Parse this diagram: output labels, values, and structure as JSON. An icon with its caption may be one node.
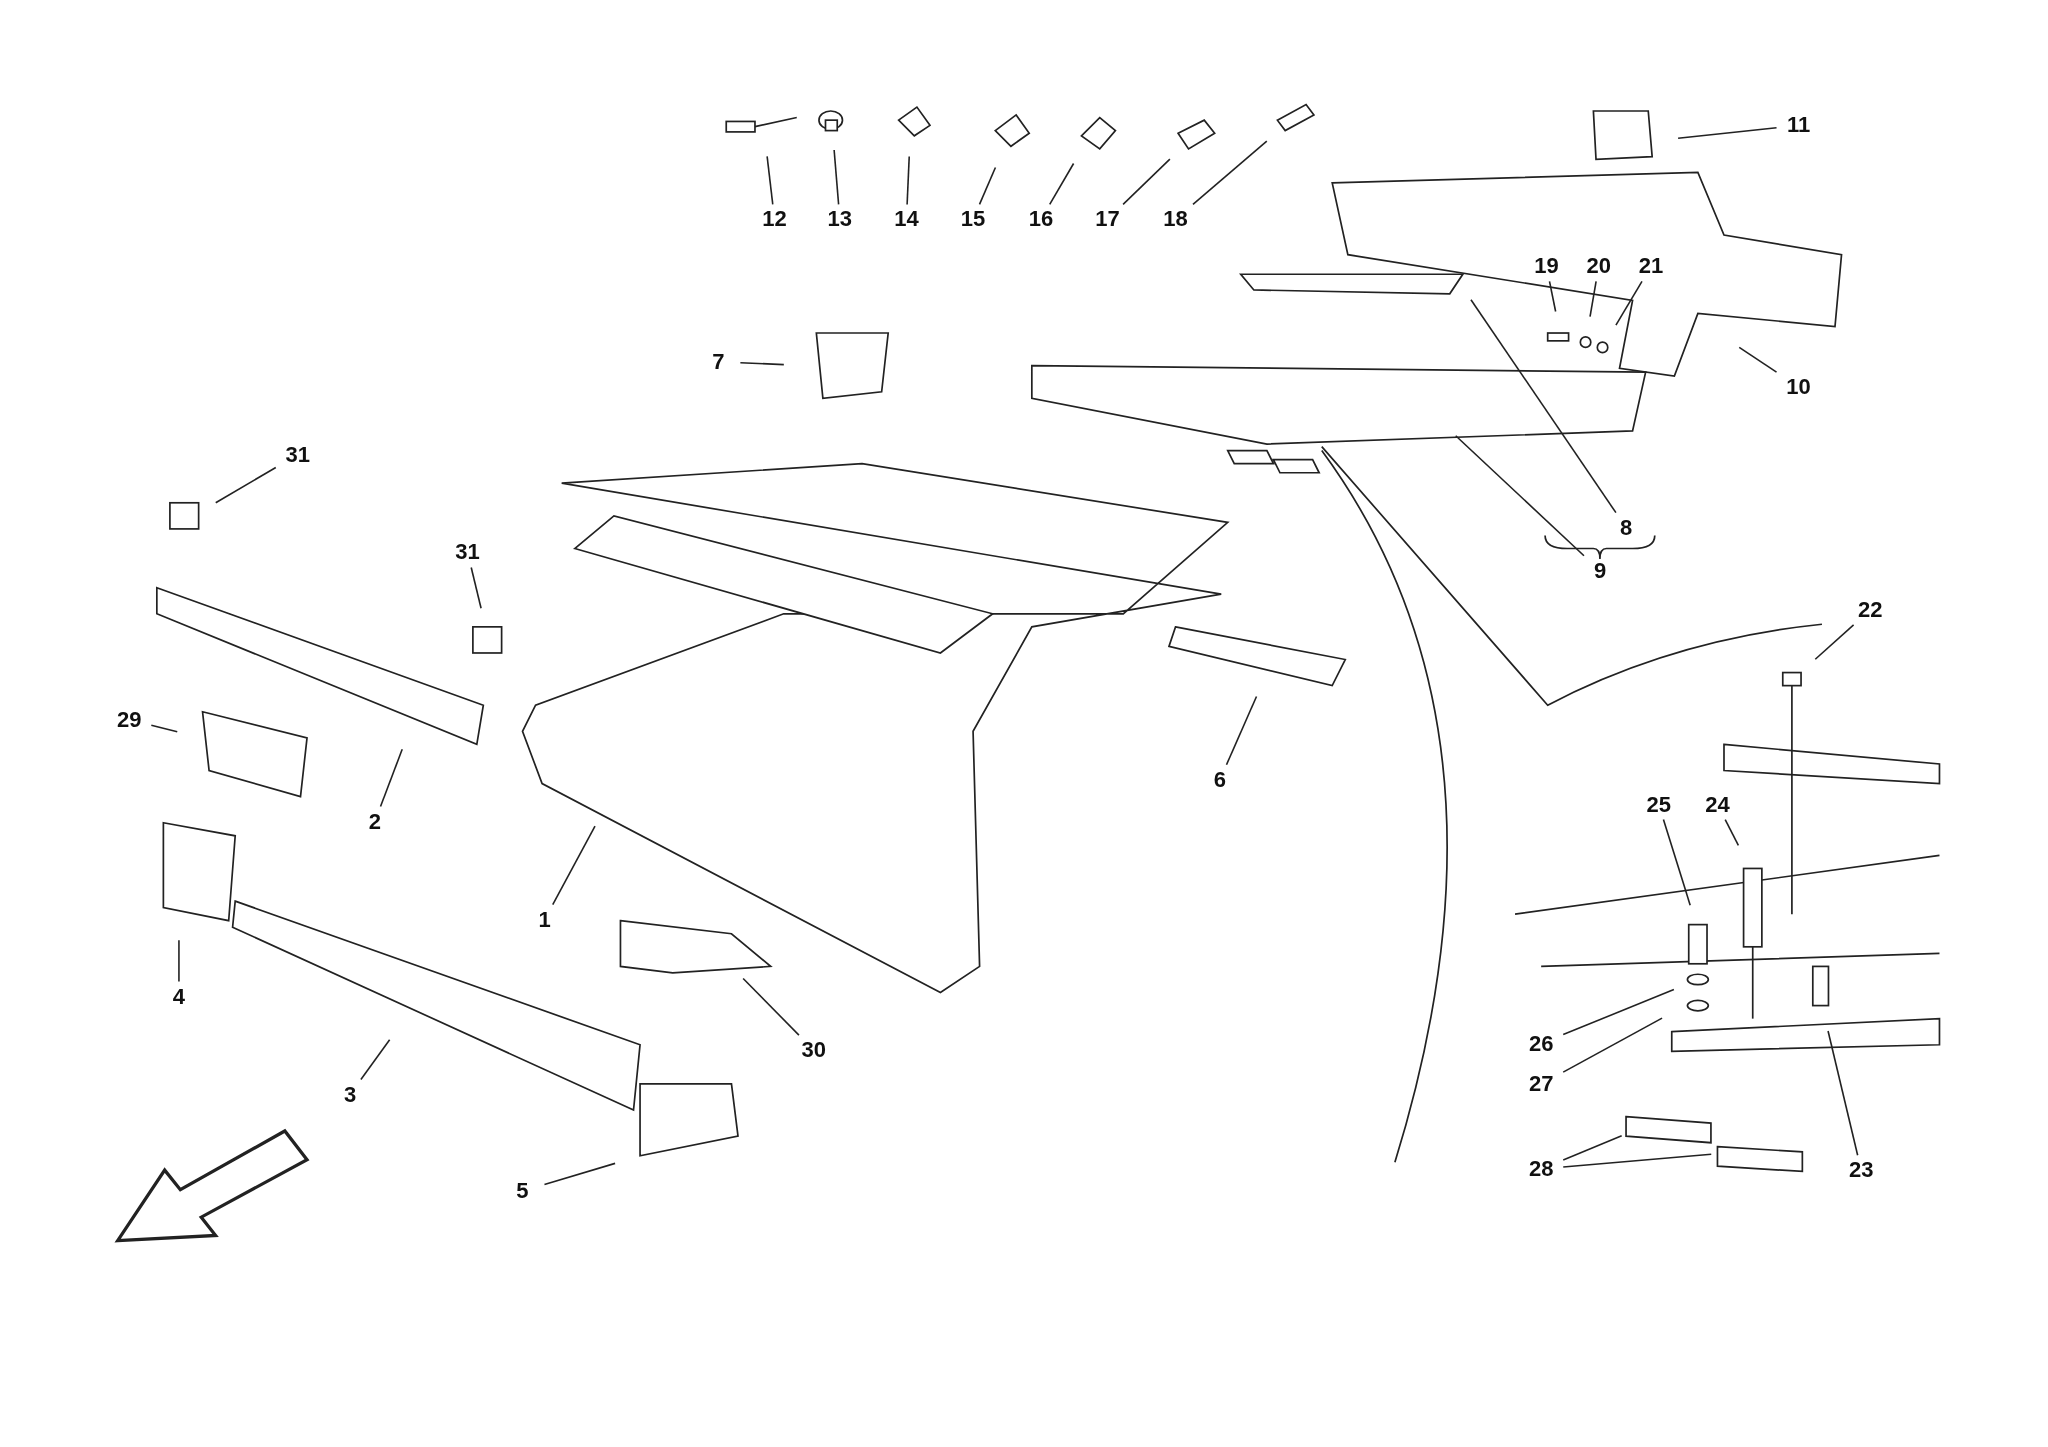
{
  "diagram": {
    "nodes": [
      {
        "text": [
          "12"
        ]
      },
      {
        "text": [
          "13"
        ]
      },
      {
        "text": [
          "14"
        ]
      },
      {
        "text": [
          "15"
        ]
      },
      {
        "text": [
          "16"
        ]
      },
      {
        "text": [
          "17"
        ]
      },
      {
        "text": [
          "18"
        ]
      },
      {
        "text": [
          "11"
        ]
      },
      {
        "text": [
          "19"
        ]
      },
      {
        "text": [
          "20"
        ]
      },
      {
        "text": [
          "21"
        ]
      },
      {
        "text": [
          "10"
        ]
      },
      {
        "text": [
          "7"
        ]
      },
      {
        "text": [
          "31"
        ]
      },
      {
        "text": [
          "8"
        ]
      },
      {
        "text": [
          "9"
        ]
      },
      {
        "text": [
          "31"
        ]
      },
      {
        "text": [
          "22"
        ]
      },
      {
        "text": [
          "29"
        ]
      },
      {
        "text": [
          "2"
        ]
      },
      {
        "text": [
          "6"
        ]
      },
      {
        "text": [
          "25"
        ]
      },
      {
        "text": [
          "24"
        ]
      },
      {
        "text": [
          "1"
        ]
      },
      {
        "text": [
          "4"
        ]
      },
      {
        "text": [
          "26"
        ]
      },
      {
        "text": [
          "30"
        ]
      },
      {
        "text": [
          "27"
        ]
      },
      {
        "text": [
          "3"
        ]
      },
      {
        "text": [
          "28"
        ]
      },
      {
        "text": [
          "23"
        ]
      },
      {
        "text": [
          "5"
        ]
      }
    ],
    "edges": [
      {
        "from": 0,
        "to": null,
        "arrow": "none"
      },
      {
        "from": 1,
        "to": null,
        "arrow": "none"
      },
      {
        "from": 2,
        "to": null,
        "arrow": "none"
      },
      {
        "from": 3,
        "to": null,
        "arrow": "none"
      },
      {
        "from": 4,
        "to": null,
        "arrow": "none"
      },
      {
        "from": 5,
        "to": null,
        "arrow": "none"
      },
      {
        "from": 6,
        "to": null,
        "arrow": "none"
      },
      {
        "from": 7,
        "to": null,
        "arrow": "none"
      },
      {
        "from": 8,
        "to": null,
        "arrow": "none"
      },
      {
        "from": 9,
        "to": null,
        "arrow": "none"
      },
      {
        "from": 10,
        "to": null,
        "arrow": "none"
      },
      {
        "from": 11,
        "to": null,
        "arrow": "none"
      },
      {
        "from": 12,
        "to": null,
        "arrow": "none"
      },
      {
        "from": 13,
        "to": null,
        "arrow": "none"
      },
      {
        "from": 14,
        "to": null,
        "arrow": "none"
      },
      {
        "from": 15,
        "to": null,
        "arrow": "none"
      },
      {
        "from": 16,
        "to": null,
        "arrow": "none"
      },
      {
        "from": 17,
        "to": null,
        "arrow": "none"
      },
      {
        "from": 18,
        "to": null,
        "arrow": "none"
      },
      {
        "from": 19,
        "to": null,
        "arrow": "none"
      },
      {
        "from": 20,
        "to": null,
        "arrow": "none"
      },
      {
        "from": 21,
        "to": null,
        "arrow": "none"
      },
      {
        "from": 22,
        "to": null,
        "arrow": "none"
      },
      {
        "from": 23,
        "to": null,
        "arrow": "none"
      },
      {
        "from": 24,
        "to": null,
        "arrow": "none"
      },
      {
        "from": 25,
        "to": null,
        "arrow": "none"
      },
      {
        "from": 26,
        "to": null,
        "arrow": "none"
      },
      {
        "from": 27,
        "to": null,
        "arrow": "none"
      },
      {
        "from": 28,
        "to": null,
        "arrow": "none"
      },
      {
        "from": 29,
        "to": null,
        "arrow": "none"
      },
      {
        "from": 29,
        "to": null,
        "arrow": "none"
      },
      {
        "from": 30,
        "to": null,
        "arrow": "none"
      },
      {
        "from": 31,
        "to": null,
        "arrow": "none"
      }
    ]
  }
}
